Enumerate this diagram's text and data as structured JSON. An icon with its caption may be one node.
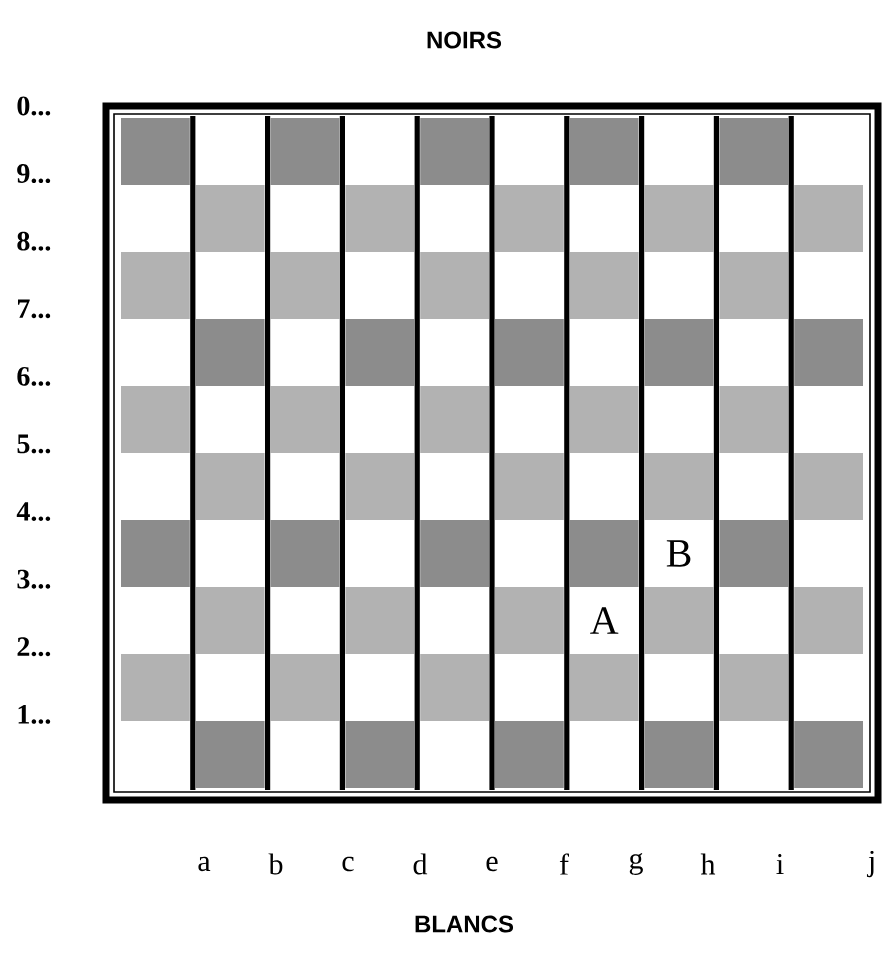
{
  "diagram": {
    "labels": [
      "NOIRS",
      "0...",
      "9...",
      "8...",
      "7...",
      "6...",
      "5...",
      "4...",
      "3...",
      "2...",
      "1...",
      "A",
      "B",
      "a",
      "b",
      "c",
      "d",
      "e",
      "f",
      "g",
      "h",
      "i",
      "j",
      "BLANCS"
    ]
  }
}
